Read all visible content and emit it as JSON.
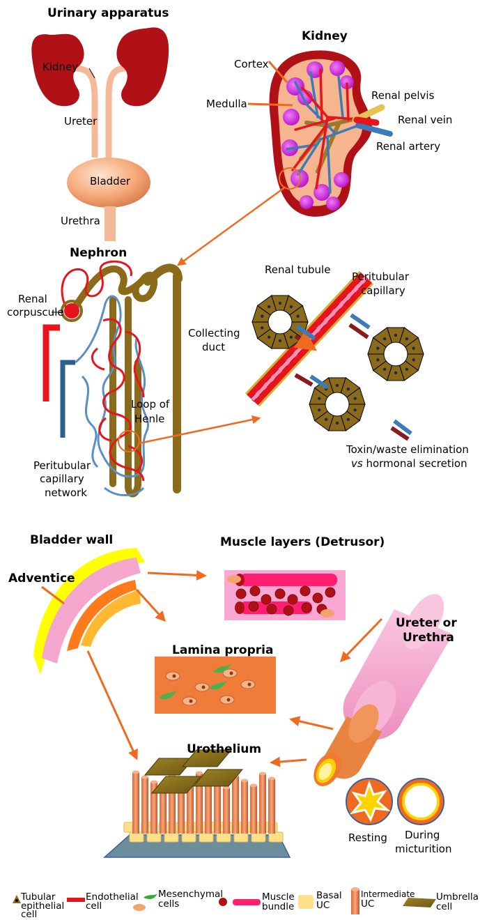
{
  "urinary": {
    "title": "Urinary apparatus",
    "kidney": "Kidney",
    "ureter": "Ureter",
    "bladder": "Bladder",
    "urethra": "Urethra"
  },
  "kidney": {
    "title": "Kidney",
    "cortex": "Cortex",
    "medulla": "Medulla",
    "pelvis": "Renal pelvis",
    "vein": "Renal vein",
    "artery": "Renal artery"
  },
  "nephron": {
    "title": "Nephron",
    "corpuscle_l1": "Renal",
    "corpuscle_l2": "corpuscule",
    "collecting_l1": "Collecting",
    "collecting_l2": "duct",
    "loop_l1": "Loop of",
    "loop_l2": "Henle",
    "network_l1": "Peritubular",
    "network_l2": "capillary",
    "network_l3": "network"
  },
  "tubule": {
    "tubule_label": "Renal tubule",
    "capillary_l1": "Peritubular",
    "capillary_l2": "capillary",
    "toxin_l1": "Toxin/waste elimination",
    "toxin_vs": "vs",
    "toxin_l2": " hormonal secretion"
  },
  "bladder_wall": {
    "title": "Bladder wall",
    "adventice": "Adventice",
    "muscle_title": "Muscle layers (Detrusor)",
    "lamina_title": "Lamina propria",
    "urothelium_title": "Urothelium",
    "ureter_l1": "Ureter or",
    "ureter_l2": "Urethra",
    "resting": "Resting",
    "during_l1": "During",
    "during_l2": "micturition"
  },
  "legend": [
    {
      "l1": "Tubular",
      "l2": "epithelial",
      "l3": "cell"
    },
    {
      "l1": "Endothelial",
      "l2": "cell"
    },
    {
      "l1": "Mesenchymal",
      "l2": "cells"
    },
    {
      "l1": "Muscle",
      "l2": "bundle"
    },
    {
      "l1": "Basal",
      "l2": "UC"
    },
    {
      "l1": "Intermediate",
      "l2": "UC"
    },
    {
      "l1": "Umbrella",
      "l2": "cell"
    }
  ],
  "colors": {
    "kidney_red": "#b01116",
    "bright_red": "#e8141b",
    "vessel_blue": "#3d7ab8",
    "tubule_brown": "#8b6a1a",
    "tube_pink": "#f4a6cc",
    "muscle_pink": "#ff1f6e",
    "lamina_orange": "#ef7d39",
    "arrow_orange": "#ef6a1e",
    "purple": "#c61bd8",
    "dark_red_arrow": "#8b1a1a",
    "yellow": "#ffff00"
  }
}
